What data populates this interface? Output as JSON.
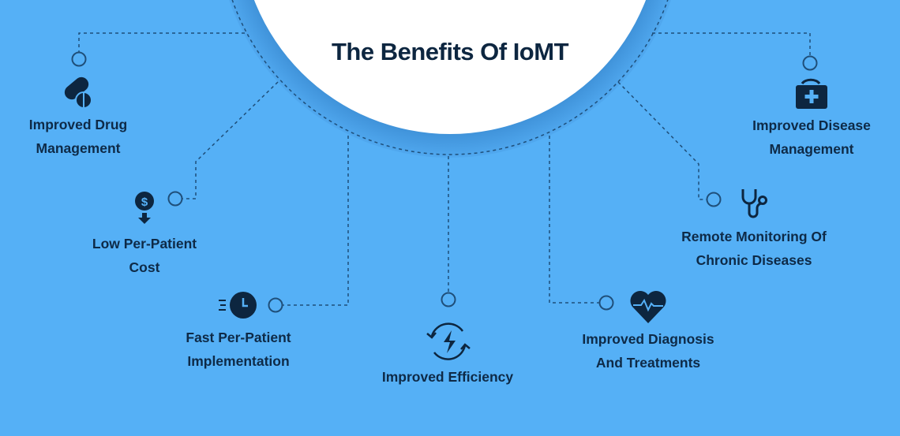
{
  "title": "The Benefits Of IoMT",
  "colors": {
    "background": "#55b0f6",
    "ring": "#4a9fe3",
    "center": "#ffffff",
    "ink": "#0d2640",
    "line": "#1f4f7a"
  },
  "benefits": [
    {
      "icon": "pills-icon",
      "line1": "Improved Drug",
      "line2": "Management"
    },
    {
      "icon": "dollar-down-icon",
      "line1": "Low Per-Patient",
      "line2": "Cost"
    },
    {
      "icon": "fast-clock-icon",
      "line1": "Fast Per-Patient",
      "line2": "Implementation"
    },
    {
      "icon": "energy-cycle-icon",
      "line1": "Improved Efficiency"
    },
    {
      "icon": "heartbeat-icon",
      "line1": "Improved Diagnosis",
      "line2": "And Treatments"
    },
    {
      "icon": "stethoscope-icon",
      "line1": "Remote Monitoring Of",
      "line2": "Chronic Diseases"
    },
    {
      "icon": "medical-kit-icon",
      "line1": "Improved Disease",
      "line2": "Management"
    }
  ]
}
